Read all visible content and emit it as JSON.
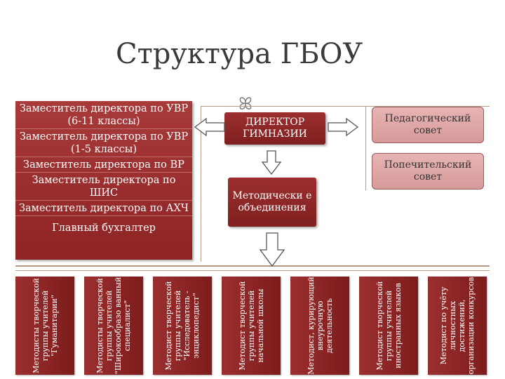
{
  "title": "Структура ГБОУ",
  "deputies": [
    "Заместитель директора по УВР (6-11 классы)",
    "Заместитель директора по УВР (1-5 классы)",
    "Заместитель директора по ВР",
    "Заместитель директора по ШИС",
    "Заместитель директора по АХЧ",
    "Главный бухгалтер"
  ],
  "director": "ДИРЕКТОР ГИМНАЗИИ",
  "methodical": "Методически е объединения",
  "councils": {
    "pedagogical": "Педагогический совет",
    "trustees": "Попечительский совет"
  },
  "columns": [
    "Методисты творческой группы учителей \"Гуманитарии\"",
    "Методисты творческой группы учителей \"Широкообразо ванный специалист\"",
    "Методист творческой группы учителей \"Исследователь - энциклопедист\"",
    "Методист творческой группы учителей начальной школы",
    "Методист, курирующий внеурочную деятельность",
    "Методист творческой группы учителей иностранных языков",
    "Методист по учёту личностных достижений, организации конкурсов"
  ],
  "colors": {
    "dark_red": "#8e2323",
    "pink": "#e2aaaa",
    "frame": "#b49a86"
  }
}
